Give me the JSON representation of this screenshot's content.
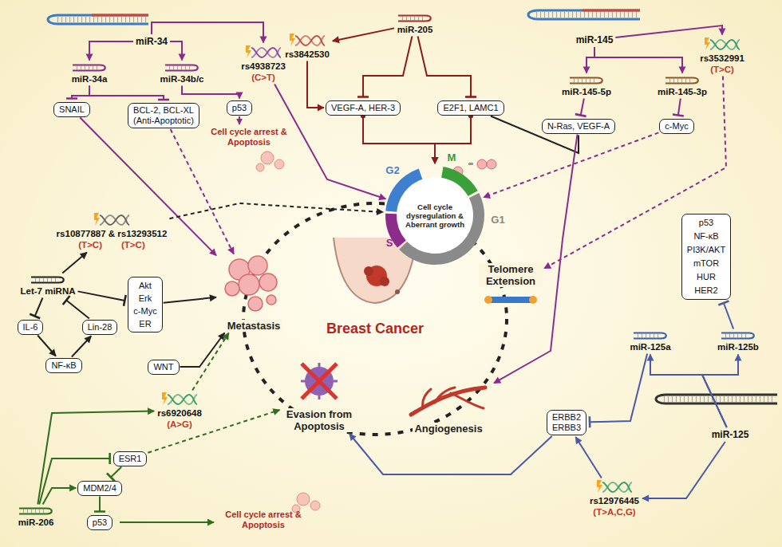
{
  "diagram": {
    "nodes": [
      {
        "text": [
          "miR-34"
        ]
      },
      {
        "text": [
          "miR-34a"
        ]
      },
      {
        "text": [
          "miR-34b/c"
        ]
      },
      {
        "text": [
          "rs4938723",
          "(C>T)"
        ]
      },
      {
        "text": [
          "SNAIL"
        ]
      },
      {
        "text": [
          "BCL-2, BCL-XL",
          "(Anti-Apoptotic)"
        ]
      },
      {
        "text": [
          "p53"
        ]
      },
      {
        "text": [
          "miR-205"
        ]
      },
      {
        "text": [
          "rs3842530"
        ]
      },
      {
        "text": [
          "VEGF-A, HER-3"
        ]
      },
      {
        "text": [
          "E2F1, LAMC1"
        ]
      },
      {
        "text": [
          "miR-145"
        ]
      },
      {
        "text": [
          "rs3532991",
          "(T>C)"
        ]
      },
      {
        "text": [
          "miR-145-5p"
        ]
      },
      {
        "text": [
          "miR-145-3p"
        ]
      },
      {
        "text": [
          "N-Ras, VEGF-A"
        ]
      },
      {
        "text": [
          "c-Myc"
        ]
      },
      {
        "text": [
          "Cell cycle dysregulation & Aberrant growth"
        ]
      },
      {
        "text": [
          "rs10877887 & rs13293512",
          "(T>C)",
          "(T>C)"
        ]
      },
      {
        "text": [
          "Let-7 miRNA"
        ]
      },
      {
        "text": [
          "IL-6"
        ]
      },
      {
        "text": [
          "Lin-28"
        ]
      },
      {
        "text": [
          "NF-κB"
        ]
      },
      {
        "text": [
          "Akt",
          "Erk",
          "c-Myc",
          "ER"
        ]
      },
      {
        "text": [
          "WNT"
        ]
      },
      {
        "text": [
          "Metastasis"
        ]
      },
      {
        "text": [
          "Evasion from Apoptosis"
        ]
      },
      {
        "text": [
          "Angiogenesis"
        ]
      },
      {
        "text": [
          "Telomere Extension"
        ]
      },
      {
        "text": [
          "p53",
          "NF-κB",
          "PI3K/AKT",
          "mTOR",
          "HUR",
          "HER2"
        ]
      },
      {
        "text": [
          "miR-125a"
        ]
      },
      {
        "text": [
          "miR-125b"
        ]
      },
      {
        "text": [
          "miR-125"
        ]
      },
      {
        "text": [
          "ERBB2",
          "ERBB3"
        ]
      },
      {
        "text": [
          "rs12976445",
          "(T>A,C,G)"
        ]
      },
      {
        "text": [
          "rs6920648",
          "(A>G)"
        ]
      },
      {
        "text": [
          "ESR1"
        ]
      },
      {
        "text": [
          "MDM2/4"
        ]
      },
      {
        "text": [
          "p53"
        ]
      },
      {
        "text": [
          "miR-206"
        ]
      }
    ],
    "edges": [
      {
        "from": 0,
        "to": 1,
        "arrow": "to"
      },
      {
        "from": 0,
        "to": 2,
        "arrow": "to"
      },
      {
        "from": 0,
        "to": 3,
        "arrow": "to"
      },
      {
        "from": 1,
        "to": 4,
        "arrow": "to"
      },
      {
        "from": 1,
        "to": 5,
        "arrow": "to"
      },
      {
        "from": 2,
        "to": 6,
        "arrow": "to"
      },
      {
        "from": 4,
        "to": 25,
        "arrow": "to"
      },
      {
        "from": 5,
        "to": 25,
        "arrow": "to"
      },
      {
        "from": 3,
        "to": 17,
        "arrow": "to"
      },
      {
        "from": 7,
        "to": 8,
        "arrow": "to"
      },
      {
        "from": 8,
        "to": 9,
        "arrow": "to"
      },
      {
        "from": 7,
        "to": 9,
        "arrow": "to"
      },
      {
        "from": 7,
        "to": 10,
        "arrow": "to"
      },
      {
        "from": 9,
        "to": 17,
        "arrow": "to"
      },
      {
        "from": 10,
        "to": 17,
        "arrow": "to"
      },
      {
        "from": 10,
        "to": 15,
        "arrow": "none"
      },
      {
        "from": 11,
        "to": 13,
        "arrow": "to"
      },
      {
        "from": 11,
        "to": 14,
        "arrow": "to"
      },
      {
        "from": 11,
        "to": 12,
        "arrow": "to"
      },
      {
        "from": 13,
        "to": 15,
        "arrow": "to"
      },
      {
        "from": 14,
        "to": 16,
        "arrow": "to"
      },
      {
        "from": 15,
        "to": 27,
        "arrow": "to"
      },
      {
        "from": 16,
        "to": 17,
        "arrow": "to"
      },
      {
        "from": 12,
        "to": 28,
        "arrow": "to"
      },
      {
        "from": 31,
        "to": 29,
        "arrow": "to"
      },
      {
        "from": 32,
        "to": 30,
        "arrow": "to"
      },
      {
        "from": 32,
        "to": 31,
        "arrow": "to"
      },
      {
        "from": 30,
        "to": 33,
        "arrow": "to"
      },
      {
        "from": 32,
        "to": 34,
        "arrow": "to"
      },
      {
        "from": 34,
        "to": 33,
        "arrow": "to"
      },
      {
        "from": 33,
        "to": 26,
        "arrow": "to"
      },
      {
        "from": 19,
        "to": 18,
        "arrow": "to"
      },
      {
        "from": 19,
        "to": 20,
        "arrow": "to"
      },
      {
        "from": 20,
        "to": 22,
        "arrow": "to"
      },
      {
        "from": 22,
        "to": 21,
        "arrow": "to"
      },
      {
        "from": 21,
        "to": 19,
        "arrow": "to"
      },
      {
        "from": 19,
        "to": 23,
        "arrow": "to"
      },
      {
        "from": 23,
        "to": 25,
        "arrow": "to"
      },
      {
        "from": 24,
        "to": 25,
        "arrow": "to"
      },
      {
        "from": 18,
        "to": 17,
        "arrow": "to"
      },
      {
        "from": 35,
        "to": 25,
        "arrow": "to"
      },
      {
        "from": 39,
        "to": 35,
        "arrow": "to"
      },
      {
        "from": 39,
        "to": 36,
        "arrow": "to"
      },
      {
        "from": 39,
        "to": 37,
        "arrow": "to"
      },
      {
        "from": 36,
        "to": 37,
        "arrow": "to"
      },
      {
        "from": 37,
        "to": 38,
        "arrow": "to"
      },
      {
        "from": 36,
        "to": 26,
        "arrow": "to"
      }
    ],
    "labels": [
      "Cell cycle arrest & Apoptosis",
      "M",
      "G2",
      "S",
      "G1",
      "∞",
      "Breast Cancer",
      "Cell cycle arrest & Apoptosis"
    ]
  }
}
